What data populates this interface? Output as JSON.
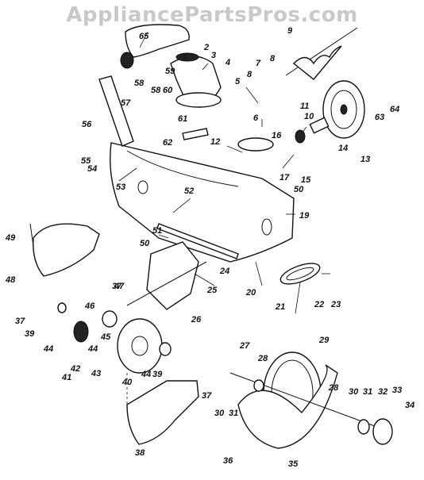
{
  "watermark": "AppliancePartsPros.com",
  "callouts": [
    "2",
    "3",
    "4",
    "5",
    "6",
    "7",
    "8",
    "8",
    "9",
    "10",
    "11",
    "12",
    "13",
    "14",
    "15",
    "16",
    "17",
    "19",
    "20",
    "21",
    "22",
    "23",
    "24",
    "25",
    "26",
    "27",
    "28",
    "28",
    "29",
    "30",
    "30",
    "31",
    "31",
    "32",
    "33",
    "34",
    "35",
    "36",
    "37",
    "37",
    "37",
    "38",
    "39",
    "39",
    "40",
    "41",
    "42",
    "43",
    "44",
    "44",
    "44",
    "45",
    "46",
    "47",
    "48",
    "49",
    "50",
    "50",
    "51",
    "52",
    "53",
    "54",
    "55",
    "56",
    "57",
    "58",
    "58",
    "59",
    "60",
    "61",
    "62",
    "63",
    "64",
    "65"
  ]
}
